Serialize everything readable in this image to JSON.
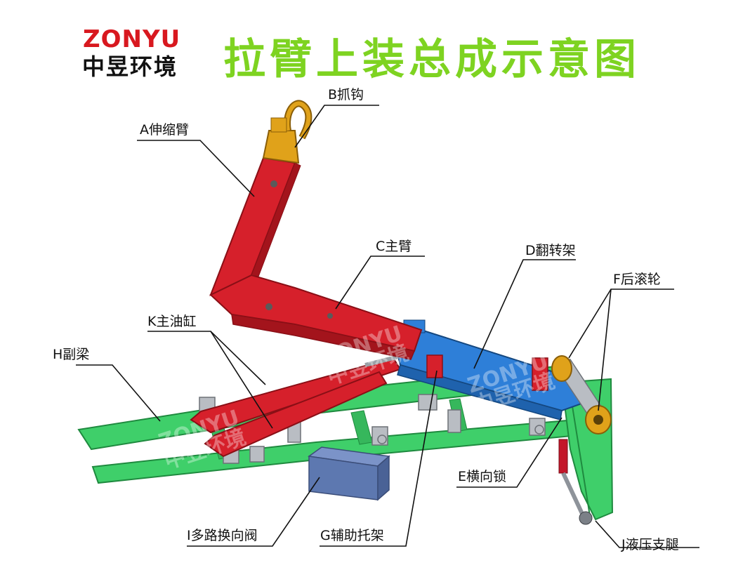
{
  "brand": {
    "name_en": "ZONYU",
    "name_cn": "中昱环境"
  },
  "title": "拉臂上装总成示意图",
  "watermark": {
    "en": "ZONYU",
    "cn": "中昱环境"
  },
  "labels": {
    "a": "A伸缩臂",
    "b": "B抓钩",
    "c": "C主臂",
    "d": "D翻转架",
    "e": "E横向锁",
    "f": "F后滚轮",
    "g": "G辅助托架",
    "h": "H副梁",
    "i": "I多路换向阀",
    "j": "J液压支腿",
    "k": "K主油缸"
  },
  "colors": {
    "brand_red": "#d8181f",
    "title_green": "#7ed321",
    "arm_red": "#d6202b",
    "frame_green": "#3fcf6a",
    "tilt_blue": "#2e7fd8",
    "hook_yellow": "#e0a21a",
    "valve_blue": "#5d78b0"
  }
}
